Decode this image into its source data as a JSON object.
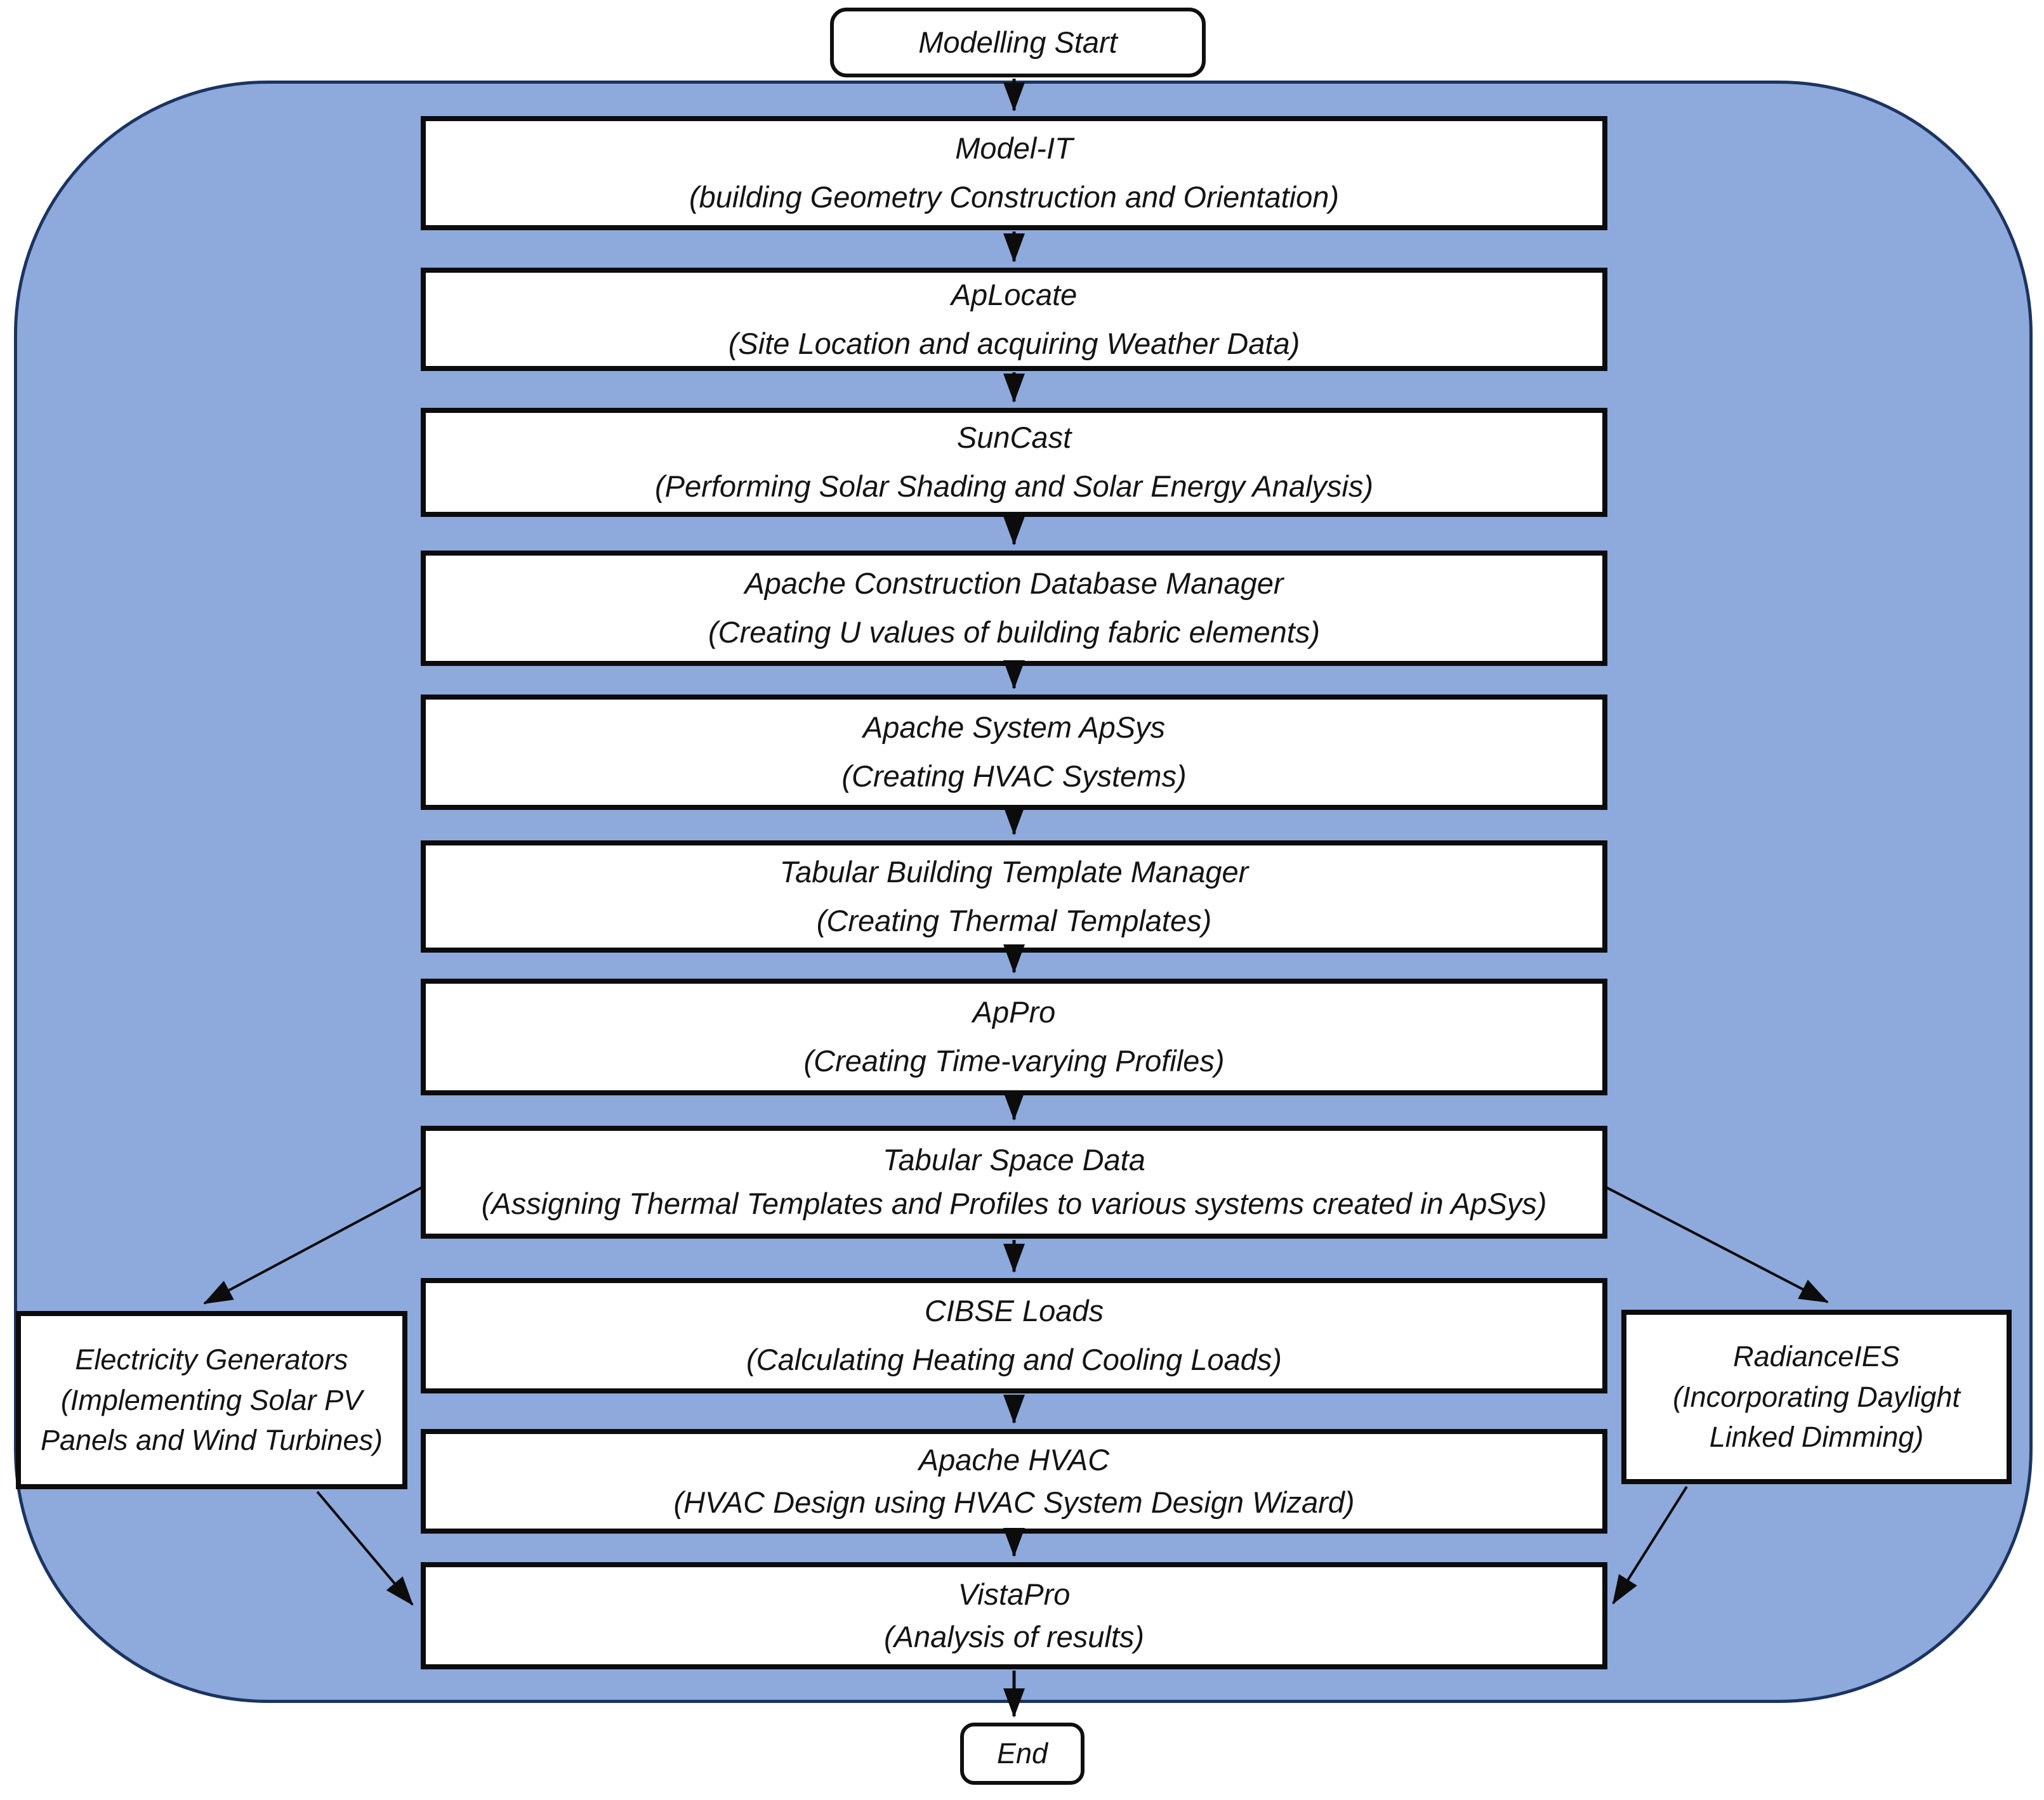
{
  "start": {
    "label": "Modelling Start"
  },
  "end": {
    "label": "End"
  },
  "steps": [
    {
      "name": "Model-IT",
      "description": "(building Geometry Construction and Orientation)"
    },
    {
      "name": "ApLocate",
      "description": "(Site Location and acquiring Weather Data)"
    },
    {
      "name": "SunCast",
      "description": "(Performing Solar Shading and Solar Energy Analysis)"
    },
    {
      "name": "Apache Construction Database Manager",
      "description": "(Creating U values of building fabric elements)"
    },
    {
      "name": "Apache System ApSys",
      "description": "(Creating HVAC Systems)"
    },
    {
      "name": "Tabular Building Template Manager",
      "description": "(Creating Thermal Templates)"
    },
    {
      "name": "ApPro",
      "description": "(Creating Time-varying Profiles)"
    },
    {
      "name": "Tabular Space Data",
      "description": "(Assigning Thermal Templates and Profiles to various systems created in ApSys)"
    },
    {
      "name": "CIBSE Loads",
      "description": "(Calculating Heating and Cooling Loads)"
    },
    {
      "name": "Apache HVAC",
      "description": "(HVAC Design using HVAC System Design Wizard)"
    },
    {
      "name": "VistaPro",
      "description": "(Analysis of results)"
    }
  ],
  "side_left": {
    "name": "Electricity Generators",
    "description": "(Implementing Solar PV Panels and Wind Turbines)"
  },
  "side_right": {
    "name": "RadianceIES",
    "description": "(Incorporating Daylight Linked Dimming)"
  },
  "colors": {
    "container_fill": "#8EA9DB",
    "container_border": "#1b3461",
    "box_fill": "#FFFFFF",
    "box_border": "#0c0c0c",
    "arrow": "#0c0c0c",
    "text": "#141414"
  }
}
